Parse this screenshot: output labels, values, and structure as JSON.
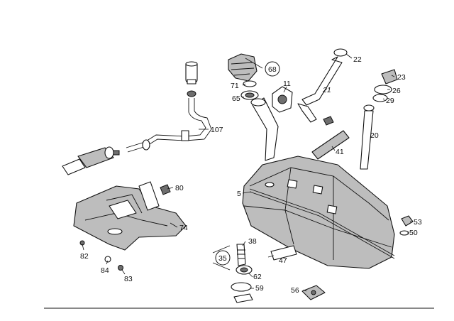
{
  "diagram": {
    "callouts": {
      "p107": "107",
      "p80": "80",
      "p74": "74",
      "p82": "82",
      "p84": "84",
      "p83": "83",
      "p68": "68",
      "p71": "71",
      "p65": "65",
      "p11": "11",
      "p21": "21",
      "p22": "22",
      "p23": "23",
      "p26": "26",
      "p29": "29",
      "p20": "20",
      "p41": "41",
      "p5": "5",
      "p53": "53",
      "p50": "50",
      "p38": "38",
      "p35": "35",
      "p47": "47",
      "p62": "62",
      "p59": "59",
      "p56": "56"
    },
    "circled": [
      "68",
      "35"
    ],
    "italic": [
      "21"
    ]
  }
}
